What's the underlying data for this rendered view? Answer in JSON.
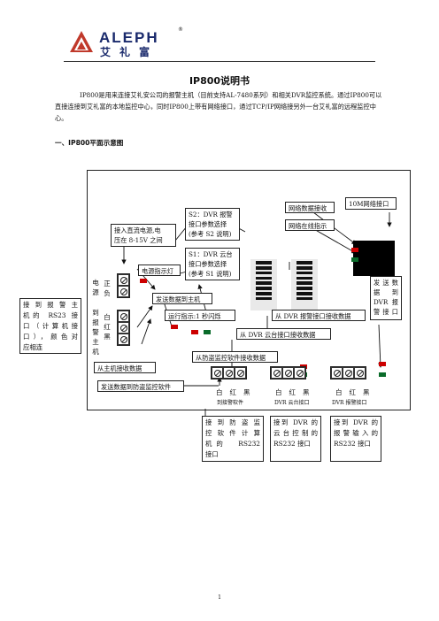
{
  "header": {
    "logo_en": "ALEPH",
    "logo_reg": "®",
    "logo_cn": "艾礼富"
  },
  "title": "IP800说明书",
  "intro": "IP800是用来连接艾礼安公司的报警主机（目前支持AL-7480系列）和相关DVR监控系统。通过IP800可以直接连接到艾礼富的本地监控中心，同时IP800上带有网络接口，通过TCP/IP网络接另外一台艾礼富的远程监控中心。",
  "section_title": "一、IP800平面示意图",
  "diagram": {
    "net_data_rx": "网络数据接收",
    "net_online": "网络在线指示",
    "port_10m": "10M网络接口",
    "s2_lines": [
      "S2：DVR 报警",
      "接口参数选择",
      "(参考 S2 说明)"
    ],
    "s1_lines": [
      "S1：DVR 云台",
      "接口参数选择",
      "(参考 S1 说明)"
    ],
    "power_in_lines": [
      "接入直流电源,电",
      "压在 8-15V 之间"
    ],
    "power_led": "电源指示灯",
    "send_to_host": "发送数据到主机",
    "run_led": "运行指示:1 秒闪烁",
    "from_dvr_alarm": "从 DVR 报警接口接收数据",
    "from_dvr_ptz": "从 DVR 云台接口接收数据",
    "from_security_sw": "从防盗监控软件接收数据",
    "from_host": "从主机接收数据",
    "send_security_sw": "发送数据到防盗监控软件",
    "send_dvr_alarm_lines": [
      "发送数",
      "据　到",
      "DVR 报",
      "警接口"
    ],
    "power_label": "电源",
    "pos_neg": "正负",
    "to_host_label": "到报警主机",
    "wrb": "白红黑",
    "host_note_lines": [
      "接到报警主",
      "机的 RS23 接",
      "口（计算机接",
      "口），颜色对",
      "应相连"
    ],
    "port_labels": [
      "白红黑",
      "白红黑",
      "白红黑"
    ],
    "port_subs": [
      "到接警软件",
      "DVR 云台接口",
      "DVR 报警接口"
    ],
    "note_security_lines": [
      "接到防盗监",
      "控软件计算",
      "机的　RS232",
      "接口"
    ],
    "note_ptz_lines": [
      "接到 DVR 的",
      "云台控制的",
      "RS232 接口"
    ],
    "note_alarm_lines": [
      "接到 DVR 的",
      "报警输入的",
      "RS232 接口"
    ]
  },
  "page_number": "1",
  "colors": {
    "brand": "#1a2a6c",
    "led_red": "#cc0000",
    "led_green": "#0a6b2a"
  }
}
